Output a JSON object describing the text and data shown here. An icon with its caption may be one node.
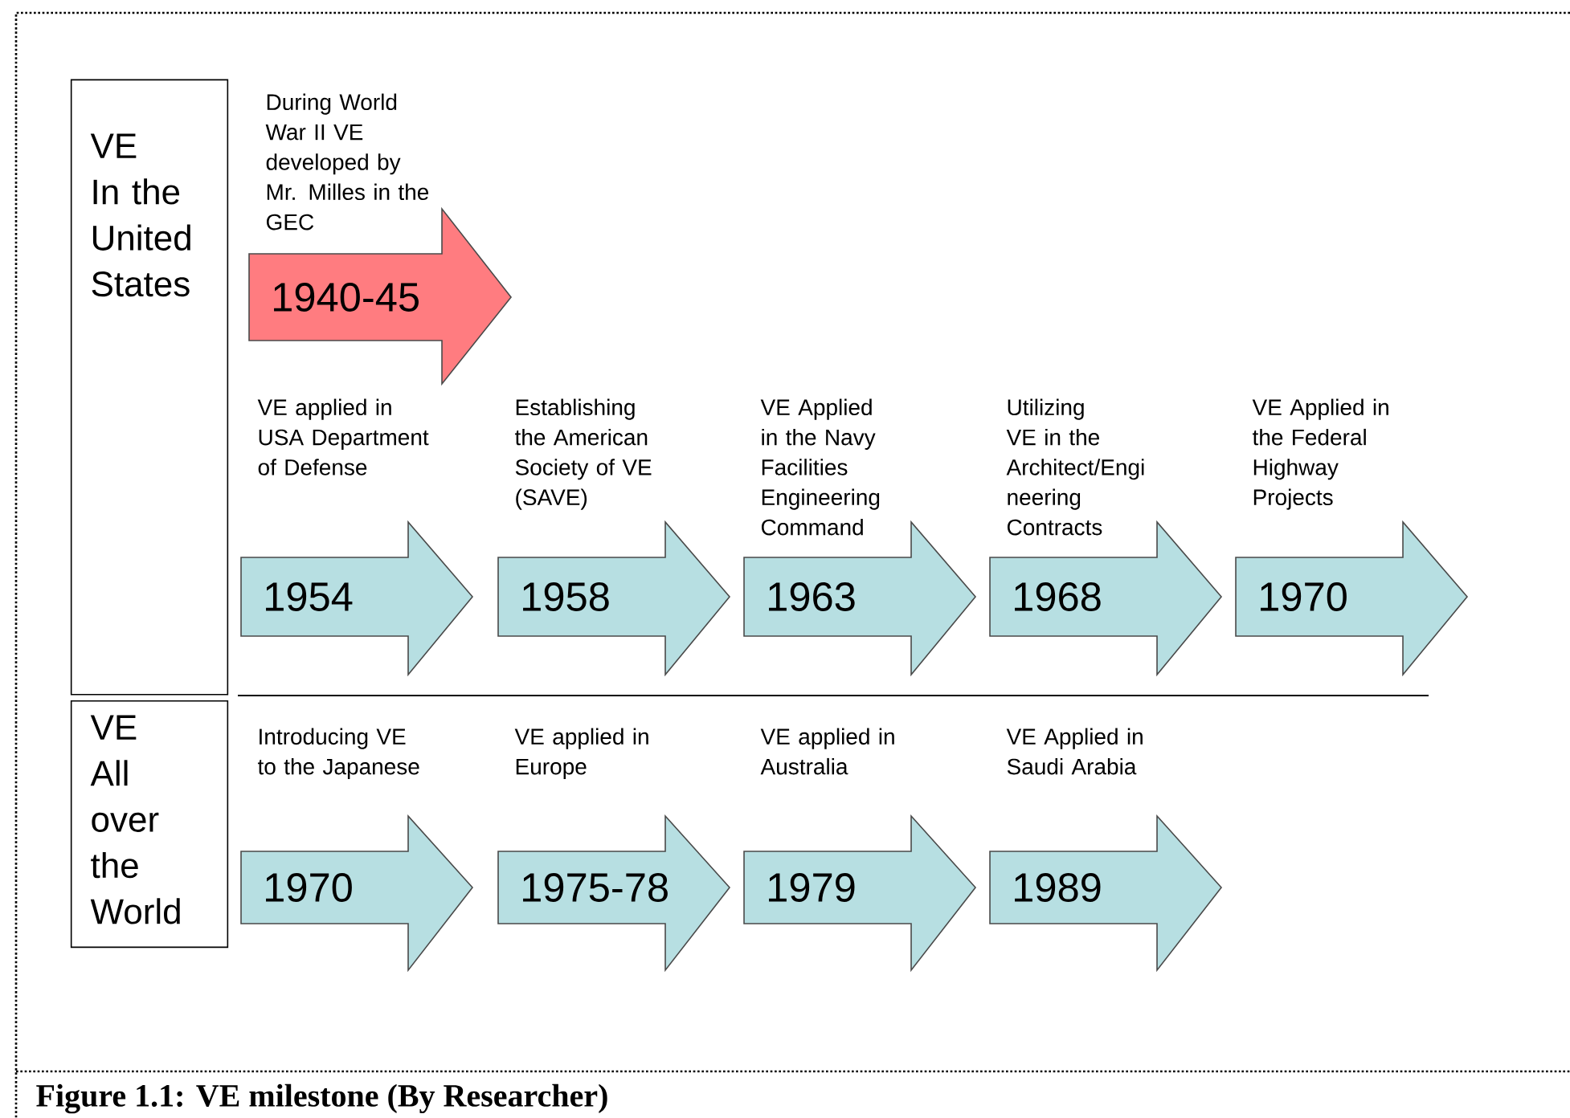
{
  "diagram": {
    "caption": "Figure 1.1: VE milestone (By Researcher)",
    "nodes": [
      {
        "text": [
          "VE",
          "In the United States"
        ]
      },
      {
        "text": [
          "During World War II VE developed by Mr. Milles in the GEC",
          "1940-45"
        ]
      },
      {
        "text": [
          "VE applied in USA Department of Defense",
          "1954"
        ]
      },
      {
        "text": [
          "Establishing the American Society of VE (SAVE)",
          "1958"
        ]
      },
      {
        "text": [
          "VE Applied in the Navy Facilities Engineering Command",
          "1963"
        ]
      },
      {
        "text": [
          "Utilizing VE in the Architect/Engi neering Contracts",
          "1968"
        ]
      },
      {
        "text": [
          "VE Applied in the Federal Highway Projects",
          "1970"
        ]
      },
      {
        "text": [
          "VE",
          "All over the World"
        ]
      },
      {
        "text": [
          "Introducing VE to the Japanese",
          "1970"
        ]
      },
      {
        "text": [
          "VE applied in Europe",
          "1975-78"
        ]
      },
      {
        "text": [
          "VE applied in Australia",
          "1979"
        ]
      },
      {
        "text": [
          "VE Applied in Saudi Arabia",
          "1989"
        ]
      }
    ]
  }
}
